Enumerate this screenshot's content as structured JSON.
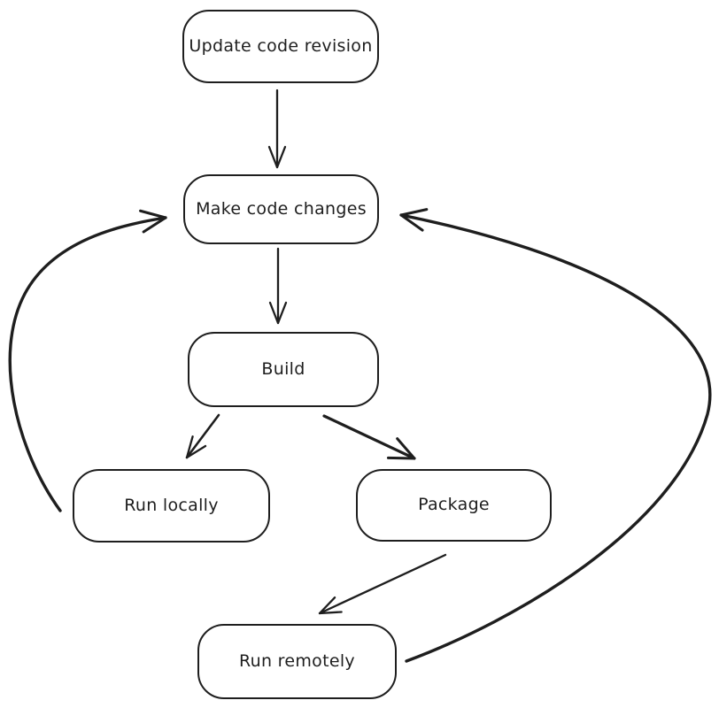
{
  "diagram": {
    "type": "flowchart",
    "style": "hand-drawn",
    "background_color": "#ffffff",
    "stroke_color": "#1e1e1e",
    "nodes": [
      {
        "id": "update-code-revision",
        "label": "Update code revision"
      },
      {
        "id": "make-code-changes",
        "label": "Make code changes"
      },
      {
        "id": "build",
        "label": "Build"
      },
      {
        "id": "run-locally",
        "label": "Run locally"
      },
      {
        "id": "package",
        "label": "Package"
      },
      {
        "id": "run-remotely",
        "label": "Run remotely"
      }
    ],
    "edges": [
      {
        "from": "update-code-revision",
        "to": "make-code-changes",
        "shape": "straight"
      },
      {
        "from": "make-code-changes",
        "to": "build",
        "shape": "straight"
      },
      {
        "from": "build",
        "to": "run-locally",
        "shape": "straight"
      },
      {
        "from": "build",
        "to": "package",
        "shape": "straight"
      },
      {
        "from": "package",
        "to": "run-remotely",
        "shape": "straight"
      },
      {
        "from": "run-locally",
        "to": "make-code-changes",
        "shape": "curved-left"
      },
      {
        "from": "run-remotely",
        "to": "make-code-changes",
        "shape": "curved-right"
      }
    ]
  }
}
